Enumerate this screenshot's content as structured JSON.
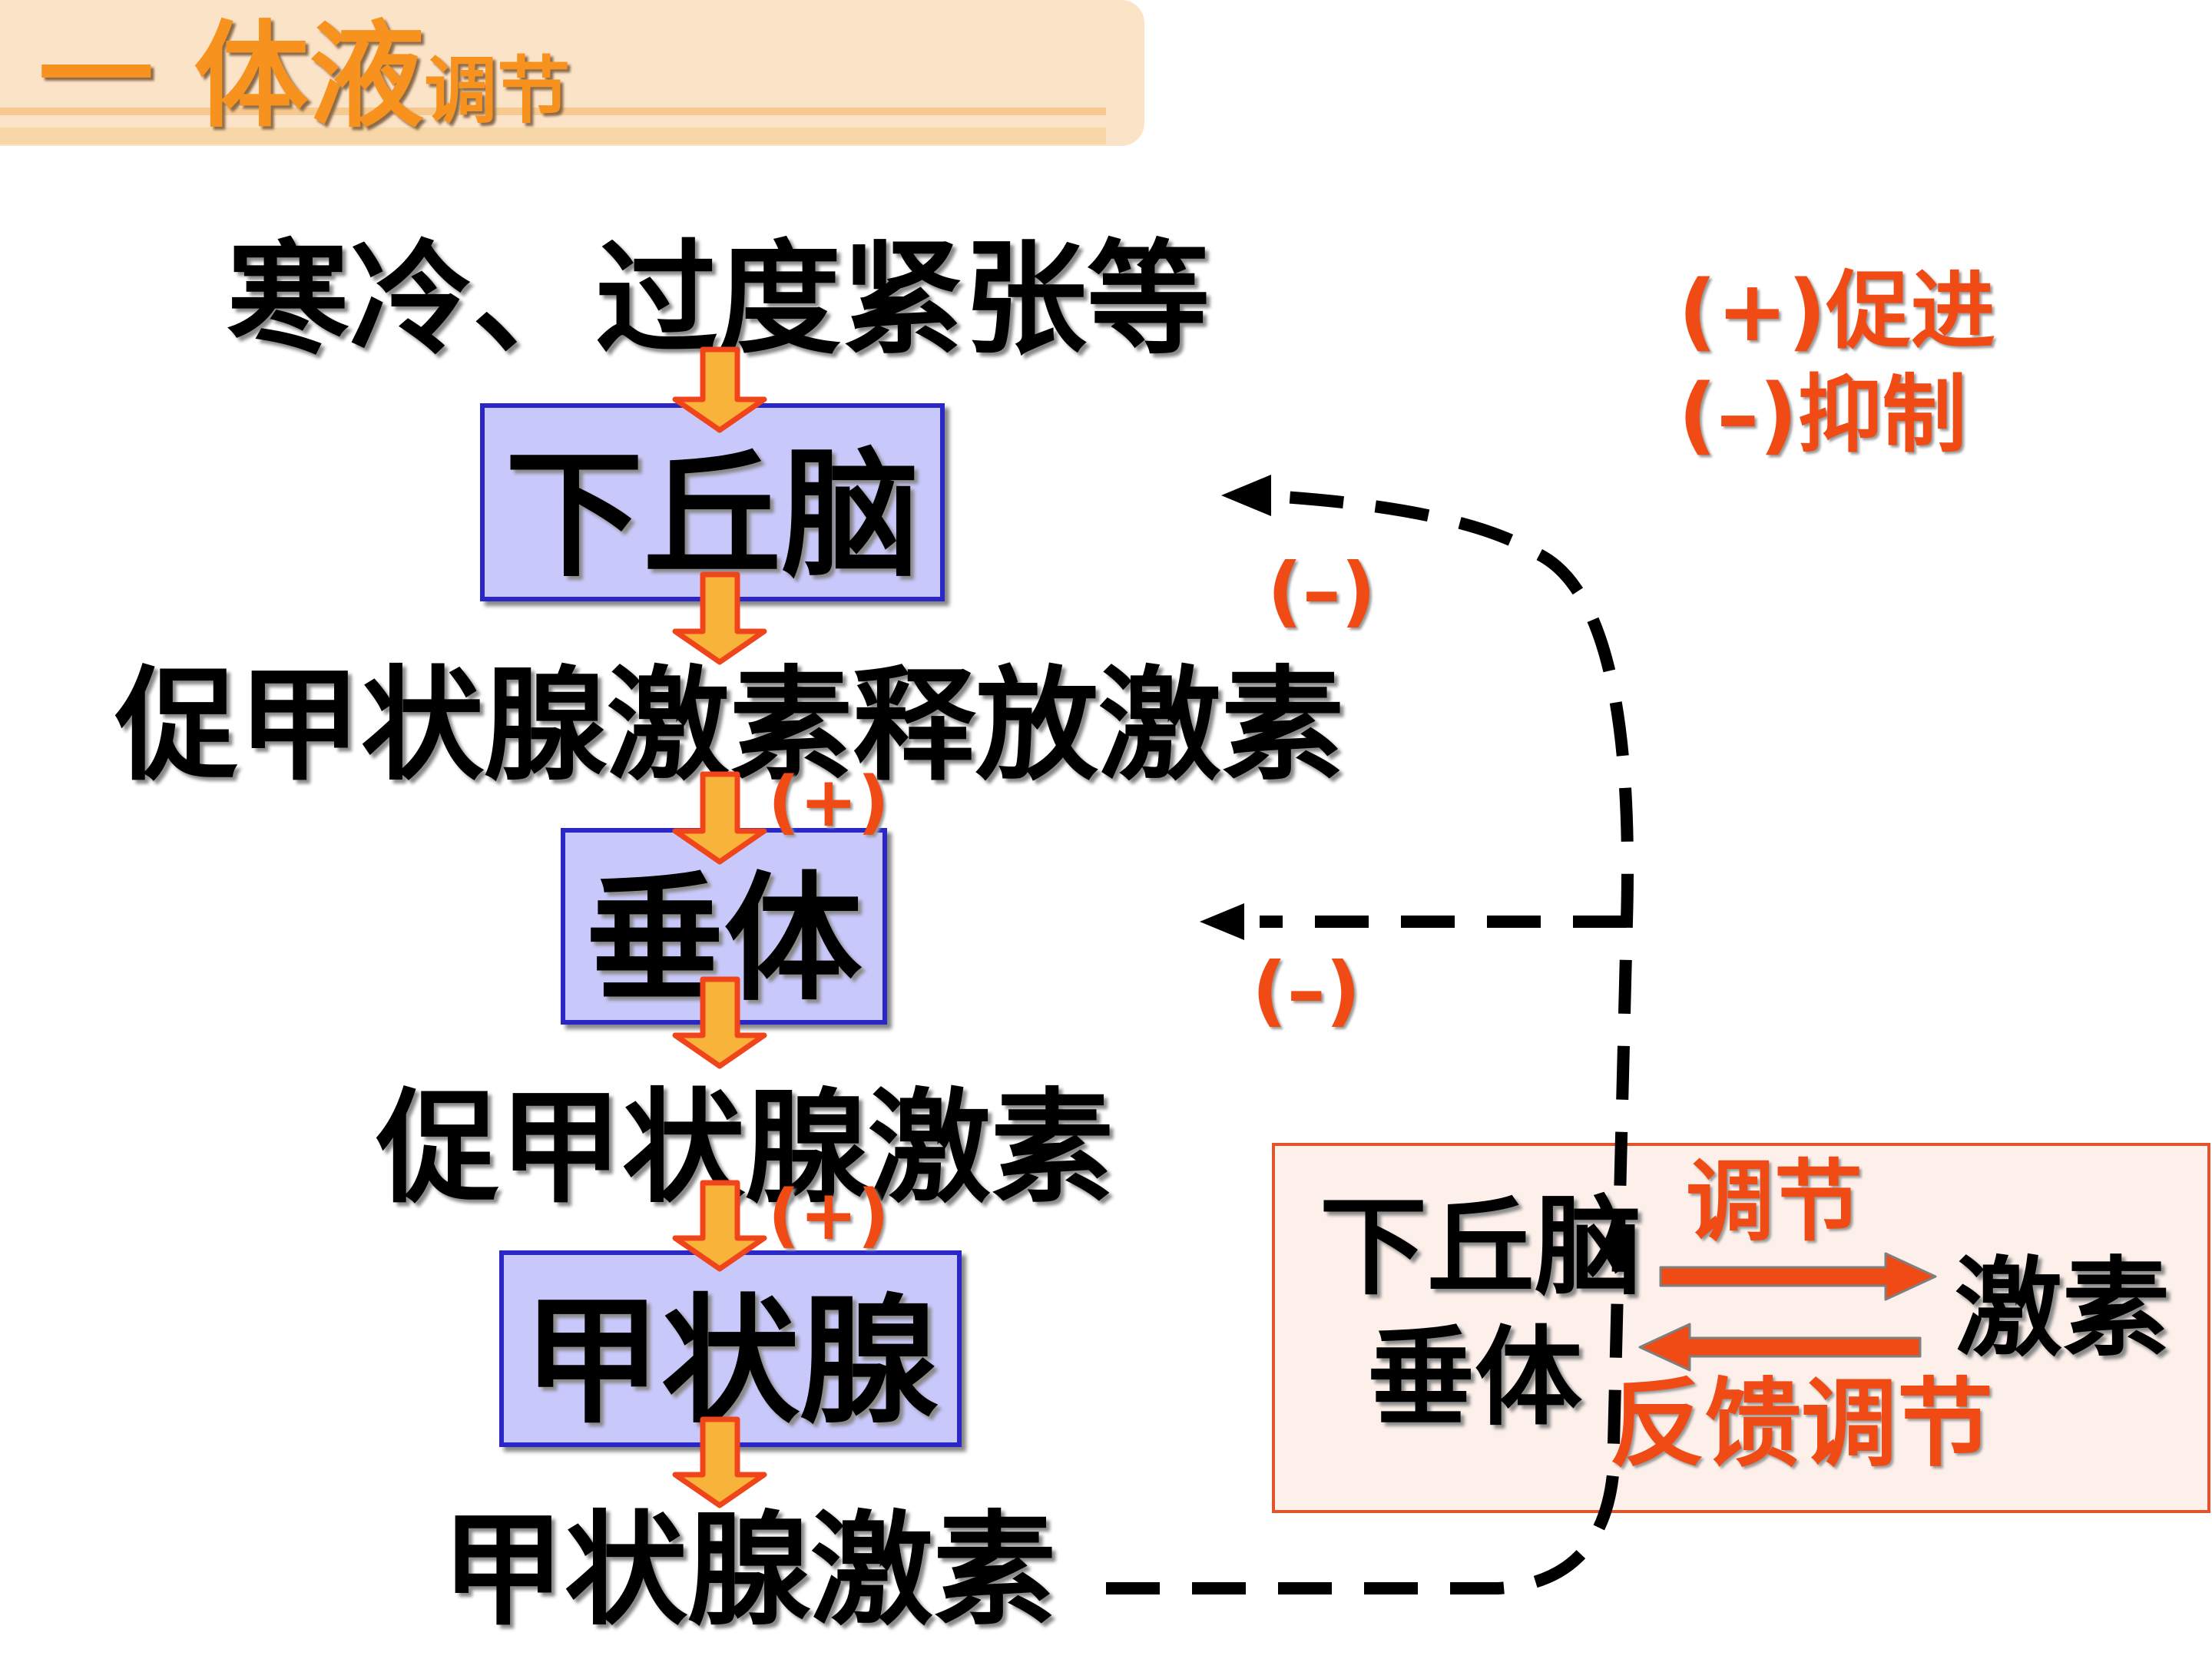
{
  "title": {
    "main": "一  体液",
    "sub": "调节"
  },
  "flow": {
    "stimulus": "寒冷、过度紧张等",
    "hypothalamus": "下丘脑",
    "trh": "促甲状腺激素释放激素",
    "pituitary": "垂体",
    "tsh": "促甲状腺激素",
    "thyroid": "甲状腺",
    "th": "甲状腺激素",
    "plus1": "(+)",
    "plus2": "(+)",
    "minus1": "(–)",
    "minus2": "(–)"
  },
  "legend": {
    "promote": "(+)促进",
    "inhibit": "(–)抑制"
  },
  "feedback_box": {
    "left_line1": "下丘脑",
    "left_line2": "垂体",
    "top_label": "调节",
    "right": "激素",
    "bottom_label": "反馈调节"
  },
  "colors": {
    "arrow_fill": "#f7b33a",
    "arrow_stroke": "#f0441a",
    "box_fill": "#c9c8fb",
    "box_border": "#2b27c7",
    "red_text": "#f04a15",
    "title_orange": "#f7921e"
  }
}
